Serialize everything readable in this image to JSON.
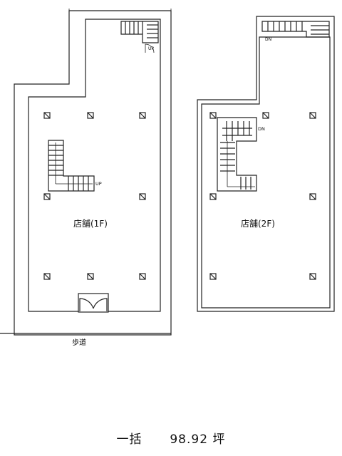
{
  "floor_plans": [
    {
      "name_label": "店舗(1F)",
      "stair_label": "UP",
      "door_label": "UP"
    },
    {
      "name_label": "店舗(2F)",
      "stair_label": "DN",
      "door_label": "DN"
    }
  ],
  "sidewalk_label": "歩道",
  "footer": {
    "prefix": "一括",
    "area_value": "98.92",
    "unit": "坪"
  }
}
